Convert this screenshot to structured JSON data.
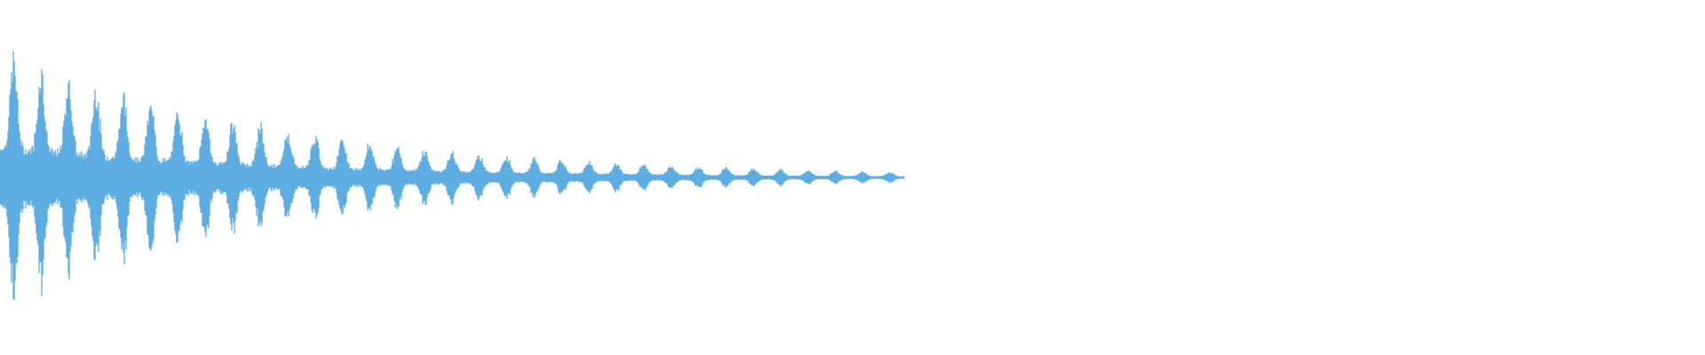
{
  "waveform": {
    "color": "#5dade2",
    "background": "#ffffff",
    "peak_amplitude": 0.84,
    "decay": "exponential",
    "audible_fraction": 0.53,
    "cycles_visible": 33
  }
}
